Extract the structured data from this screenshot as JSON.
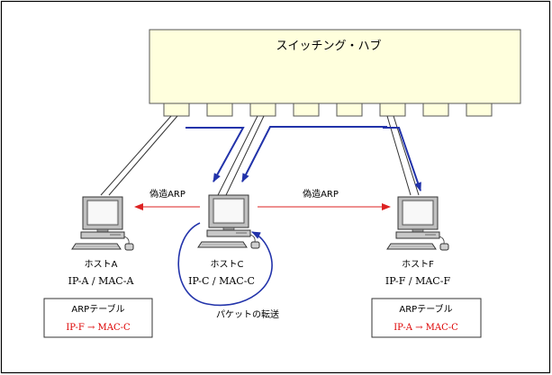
{
  "hub": {
    "title": "スイッチング・ハブ",
    "port_count": 8
  },
  "hosts": [
    {
      "id": "a",
      "name": "ホストA",
      "address": "IP-A / MAC-A"
    },
    {
      "id": "c",
      "name": "ホストC",
      "address": "IP-C / MAC-C"
    },
    {
      "id": "f",
      "name": "ホストF",
      "address": "IP-F / MAC-F"
    }
  ],
  "arrows": {
    "fake_arp_left": "偽造ARP",
    "fake_arp_right": "偽造ARP",
    "packet_forward": "パケットの転送"
  },
  "arp_tables": [
    {
      "title": "ARPテーブル",
      "entry": "IP-F → MAC-C"
    },
    {
      "title": "ARPテーブル",
      "entry": "IP-A → MAC-C"
    }
  ],
  "colors": {
    "hub_fill": "#ffffdd",
    "fake_arp": "#dd2222",
    "forward_loop": "#2233aa",
    "arp_entry": "#dd0000"
  }
}
